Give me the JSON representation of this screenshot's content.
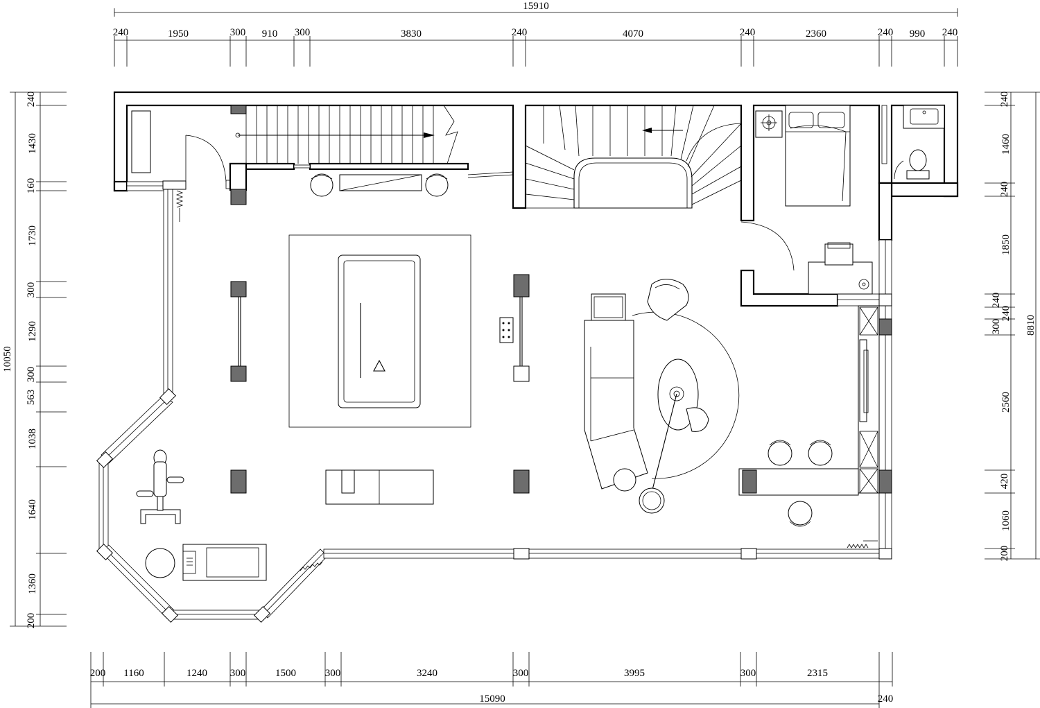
{
  "drawing": {
    "type": "architectural floor plan",
    "dimensions": {
      "top_overall": "15910",
      "top_segments": [
        "240",
        "1950",
        "300",
        "910",
        "300",
        "3830",
        "240",
        "4070",
        "240",
        "2360",
        "240",
        "990",
        "240"
      ],
      "bottom_overall": "15090",
      "bottom_extra": "240",
      "bottom_segments": [
        "200",
        "1160",
        "1240",
        "300",
        "1500",
        "300",
        "3240",
        "300",
        "3995",
        "300",
        "2315"
      ],
      "left_overall": "10050",
      "left_segments": [
        "240",
        "1430",
        "160",
        "1730",
        "300",
        "1290",
        "300",
        "563",
        "1038",
        "1640",
        "1360",
        "200"
      ],
      "right_overall": "8810",
      "right_segments": [
        "240",
        "1460",
        "240",
        "1850",
        "240",
        "240",
        "300",
        "2560",
        "420",
        "1060",
        "200"
      ]
    }
  }
}
